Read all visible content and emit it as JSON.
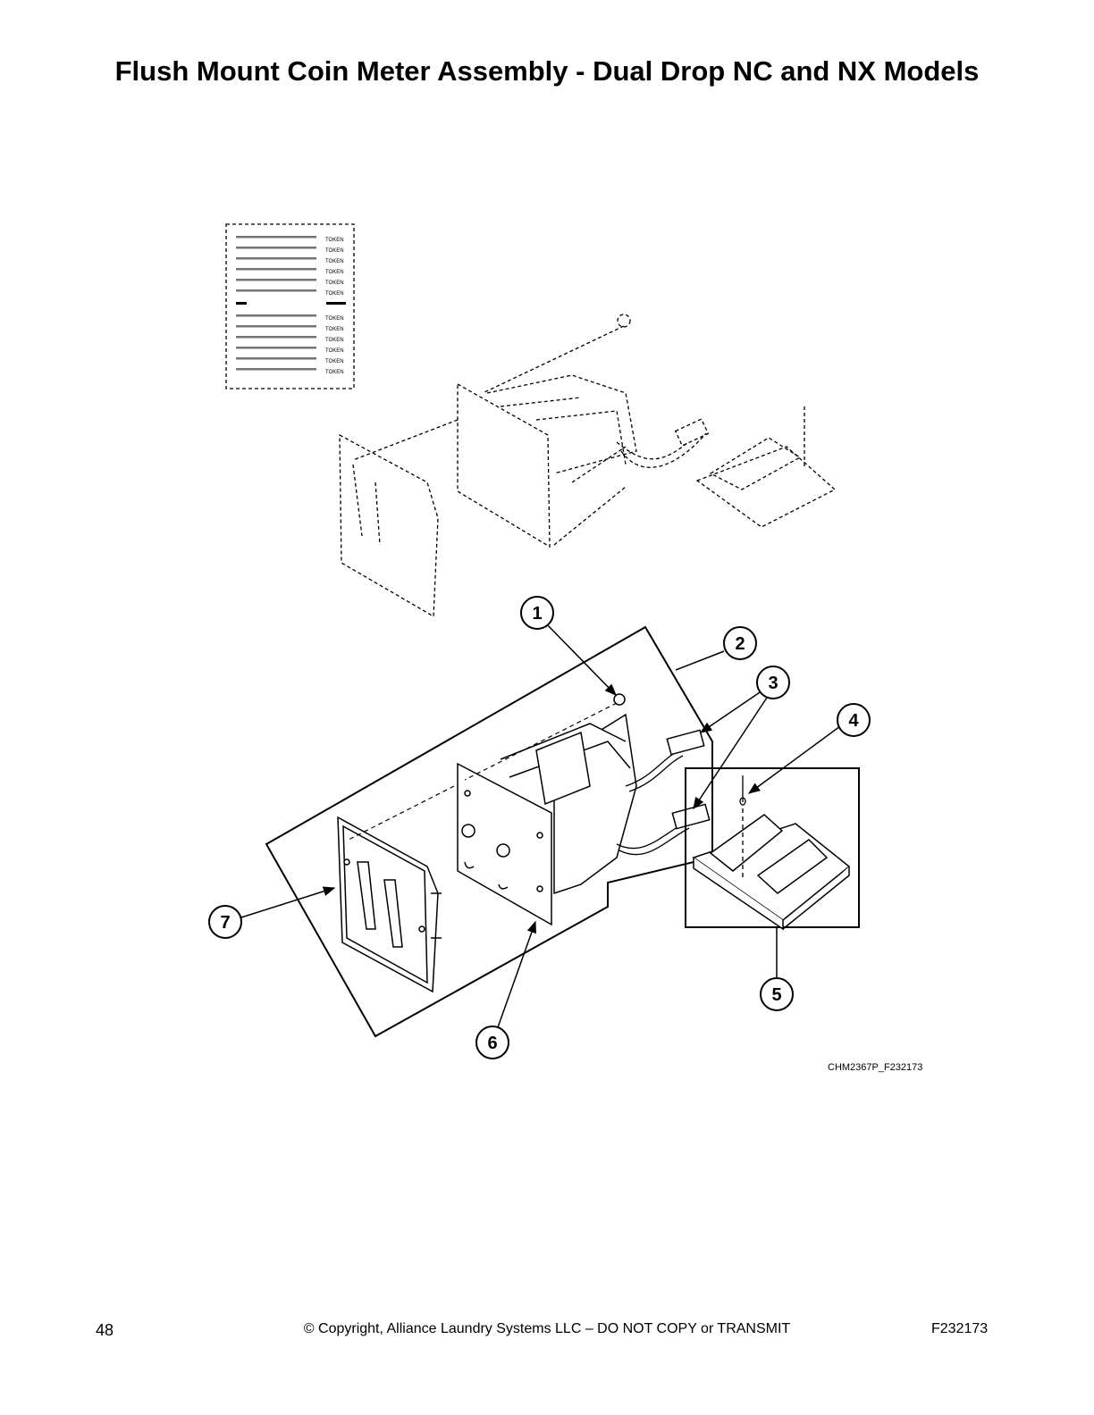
{
  "page": {
    "title": "Flush Mount Coin Meter Assembly - Dual Drop NC and NX Models",
    "number": "48",
    "copyright": "© Copyright, Alliance Laundry Systems LLC – DO NOT COPY or TRANSMIT",
    "document_code": "F232173"
  },
  "figure": {
    "code": "CHM2367P_F232173",
    "decal_label": "TOKEN",
    "callouts": [
      "1",
      "2",
      "3",
      "4",
      "5",
      "6",
      "7"
    ]
  }
}
